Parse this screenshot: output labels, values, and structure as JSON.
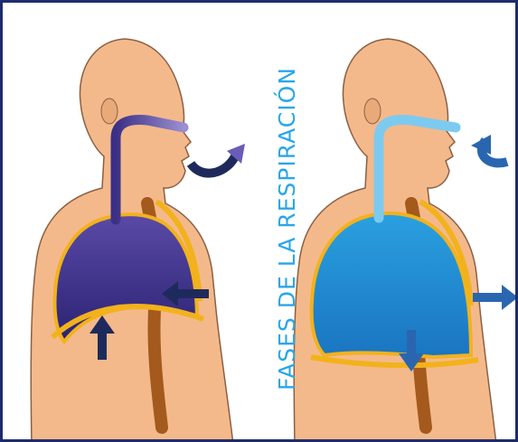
{
  "title": "FASES DE LA RESPIRACIÓN",
  "colors": {
    "frame": "#1d2c6b",
    "title": "#2aa6e8",
    "skin": "#f4b98b",
    "skin_outline": "#8a6044",
    "inspiration_lung": "#3b2f86",
    "expiration_lung": "#1d8fd6",
    "arrow_dark": "#1f2a5c",
    "arrow_blue": "#2a66b0",
    "membrane": "#f2b21c"
  },
  "panels": [
    {
      "id": "left",
      "lung_color": "#3b2f86",
      "air_arrow": "curved-arrow-out",
      "chest_arrow": "arrow-in",
      "diaphragm_arrow": "arrow-up"
    },
    {
      "id": "right",
      "lung_color": "#1d8fd6",
      "air_arrow": "curved-arrow-in",
      "chest_arrow": "arrow-out",
      "diaphragm_arrow": "arrow-down"
    }
  ]
}
